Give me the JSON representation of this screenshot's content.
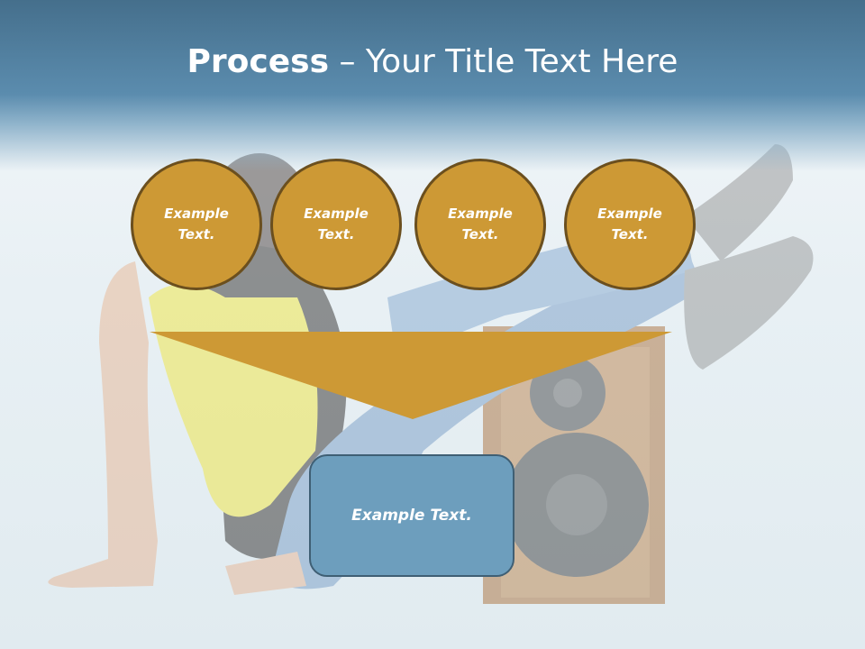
{
  "slide": {
    "title_bold": "Process",
    "title_rest": " – Your Title Text Here"
  },
  "steps": [
    {
      "label": "Example Text."
    },
    {
      "label": "Example Text."
    },
    {
      "label": "Example Text."
    },
    {
      "label": "Example Text."
    }
  ],
  "result": {
    "label": "Example Text."
  },
  "colors": {
    "circle_fill": "#cd9935",
    "circle_border": "#6b4f1e",
    "funnel_fill": "#cd9935",
    "box_fill": "#6d9ebd",
    "box_border": "#3f5f74",
    "header_band": "#5b8cae"
  }
}
